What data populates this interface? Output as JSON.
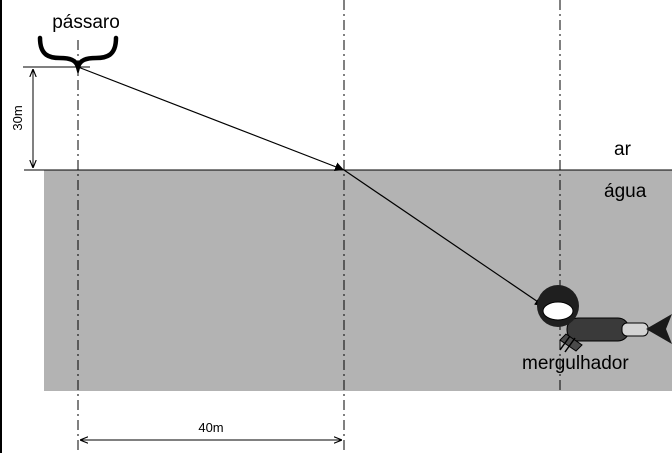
{
  "labels": {
    "bird": "pássaro",
    "air": "ar",
    "water": "água",
    "diver": "mergulhador",
    "height": "30m",
    "horizontal_distance": "40m"
  },
  "colors": {
    "water": "#b3b3b3",
    "lines": "#000000",
    "background": "#ffffff"
  }
}
